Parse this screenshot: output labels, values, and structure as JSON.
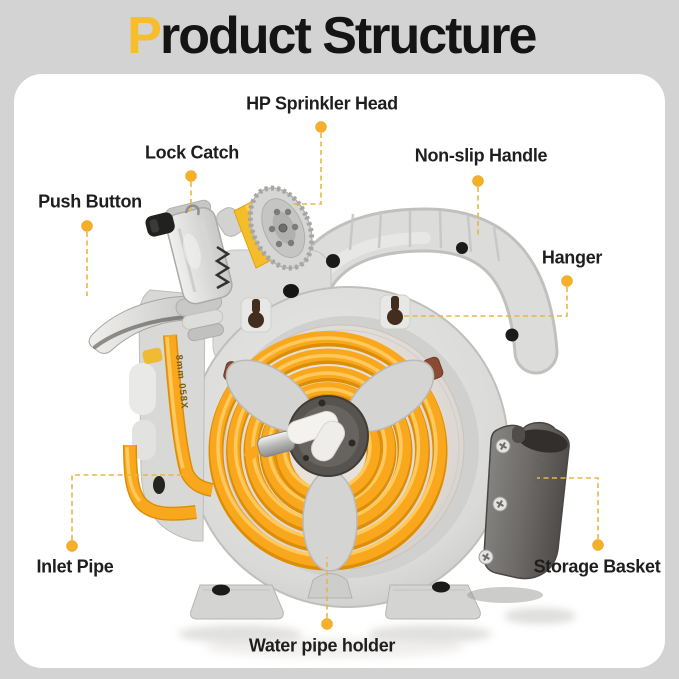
{
  "title": {
    "accent_letter": "P",
    "rest": "roduct Structure"
  },
  "labels": [
    {
      "id": "hp-sprinkler-head",
      "text": "HP Sprinkler Head"
    },
    {
      "id": "lock-catch",
      "text": "Lock Catch"
    },
    {
      "id": "push-button",
      "text": "Push Button"
    },
    {
      "id": "non-slip-handle",
      "text": "Non-slip Handle"
    },
    {
      "id": "hanger",
      "text": "Hanger"
    },
    {
      "id": "inlet-pipe",
      "text": "Inlet Pipe"
    },
    {
      "id": "water-pipe-holder",
      "text": "Water pipe holder"
    },
    {
      "id": "storage-basket",
      "text": "Storage Basket"
    }
  ],
  "product": {
    "hose_print": "8mm 058X"
  },
  "colors": {
    "background": "#d3d3d3",
    "card": "#ffffff",
    "title_text": "#141414",
    "title_accent": "#F8BD2A",
    "label_text": "#1e1e1e",
    "leader_line": "#E8B545",
    "leader_dot": "#F5AF28",
    "hose_orange": "#F9A81E",
    "hose_shadow": "#DE8E06",
    "hose_highlight": "#FFC95E",
    "body_gray": "#dcdcda",
    "basket_gray": "#6e6b68",
    "sprinkler_yellow": "#F6BD2B",
    "hub_gray": "#57534f"
  }
}
